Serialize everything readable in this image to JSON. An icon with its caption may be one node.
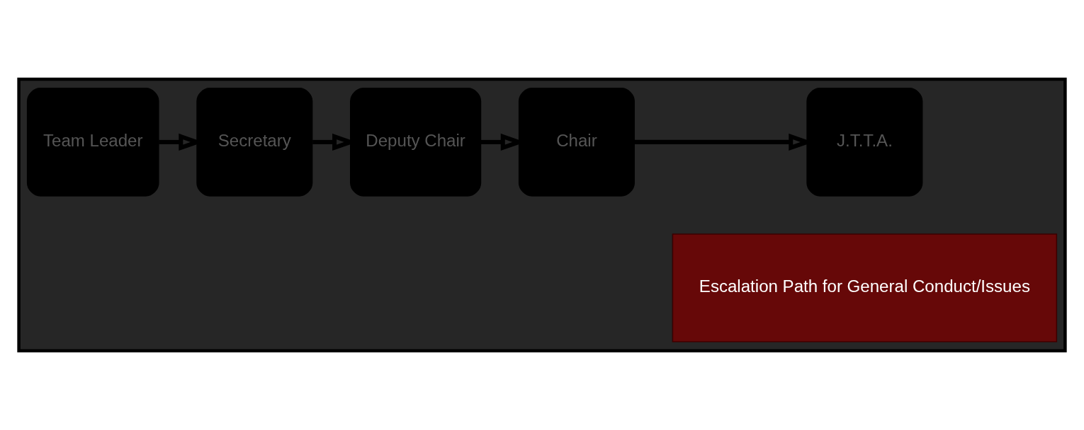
{
  "diagram": {
    "nodes": [
      {
        "text": [],
        "shape": "box"
      },
      {
        "text": [
          "Team Leader"
        ],
        "in": 0
      },
      {
        "text": [
          "Secretary"
        ],
        "in": 0
      },
      {
        "text": [
          "Deputy Chair"
        ],
        "in": 0
      },
      {
        "text": [
          "Chair"
        ],
        "in": 0
      },
      {
        "text": [
          "J.T.T.A."
        ],
        "in": 0
      },
      {
        "text": [
          "Escalation Path for General Conduct/Issues"
        ],
        "in": 0
      }
    ],
    "edges": [
      {
        "from": 1,
        "to": 2,
        "arrow": "to"
      },
      {
        "from": 2,
        "to": 3,
        "arrow": "to"
      },
      {
        "from": 3,
        "to": 4,
        "arrow": "to"
      },
      {
        "from": 4,
        "to": 5,
        "arrow": "to"
      }
    ]
  }
}
